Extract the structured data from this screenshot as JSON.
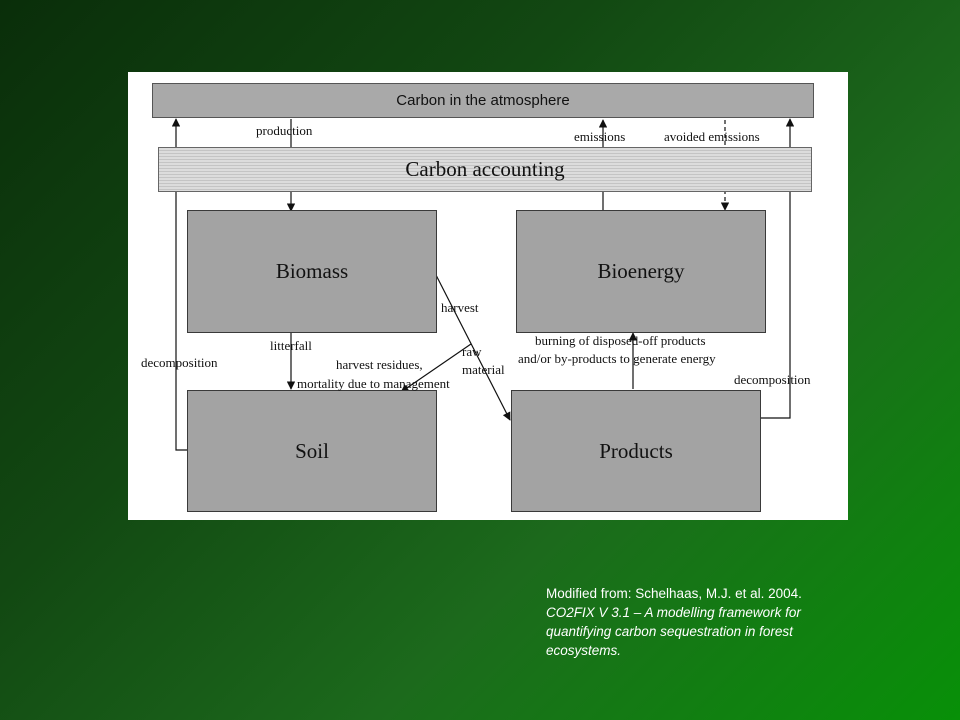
{
  "diagram": {
    "atmosphere": "Carbon in the atmosphere",
    "accounting": "Carbon accounting",
    "boxes": {
      "biomass": "Biomass",
      "bioenergy": "Bioenergy",
      "soil": "Soil",
      "products": "Products"
    },
    "labels": {
      "production": "production",
      "emissions": "emissions",
      "avoided_emissions": "avoided emissions",
      "harvest": "harvest",
      "litterfall": "litterfall",
      "decomposition_left": "decomposition",
      "raw": "raw",
      "material": "material",
      "harvest_residues": "harvest residues,",
      "mortality": "mortality due to management",
      "burning_line1": "burning of disposed-off products",
      "burning_line2": "and/or by-products to generate energy",
      "decomposition_right": "decomposition"
    }
  },
  "citation": {
    "prefix": "Modified from:  Schelhaas, M.J. et al. 2004.",
    "title": "CO2FIX V 3.1 – A modelling framework for quantifying carbon sequestration in forest ecosystems."
  }
}
